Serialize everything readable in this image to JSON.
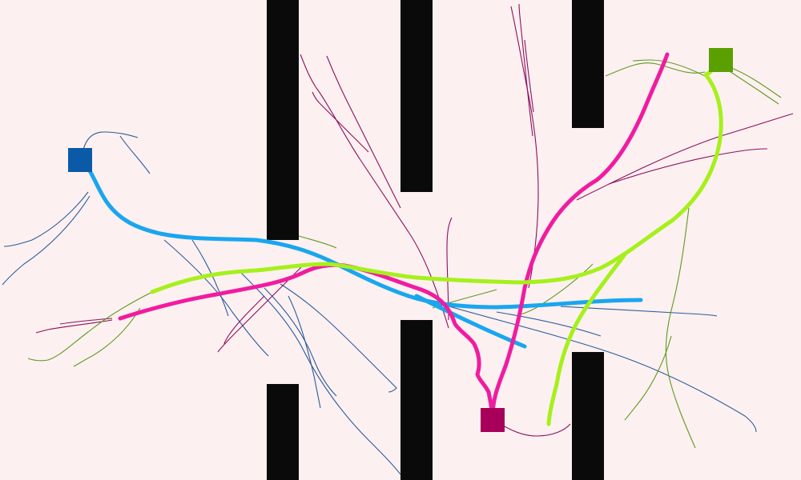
{
  "canvas": {
    "background": "#fdf0f0"
  },
  "obstacles": {
    "color": "#0a0a0a"
  },
  "agents": [
    {
      "id": "blue",
      "marker_color": "#0a5aa8",
      "main_path_color": "#19a6ef",
      "branch_color": "#2a5d9c"
    },
    {
      "id": "magenta",
      "marker_color": "#a8005a",
      "main_path_color": "#f01ca0",
      "branch_color": "#8a1060"
    },
    {
      "id": "green",
      "marker_color": "#5aa000",
      "main_path_color": "#a6f01c",
      "branch_color": "#5f9a20"
    }
  ]
}
